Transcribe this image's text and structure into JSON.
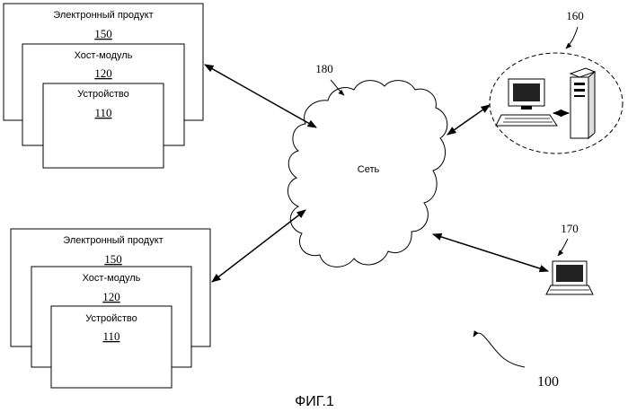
{
  "figure": {
    "caption": "ФИГ.1",
    "reference": "100"
  },
  "product_top": {
    "product_label": "Электронный продукт",
    "product_ref": "150",
    "host_label": "Хост-модуль",
    "host_ref": "120",
    "device_label": "Устройство",
    "device_ref": "110"
  },
  "product_bottom": {
    "product_label": "Электронный продукт",
    "product_ref": "150",
    "host_label": "Хост-модуль",
    "host_ref": "120",
    "device_label": "Устройство",
    "device_ref": "110"
  },
  "network": {
    "label": "Сеть",
    "ref": "180"
  },
  "server": {
    "ref": "160"
  },
  "laptop": {
    "ref": "170"
  },
  "icons": [
    "desktop-computer-icon",
    "server-tower-icon",
    "laptop-icon",
    "cloud-icon"
  ]
}
